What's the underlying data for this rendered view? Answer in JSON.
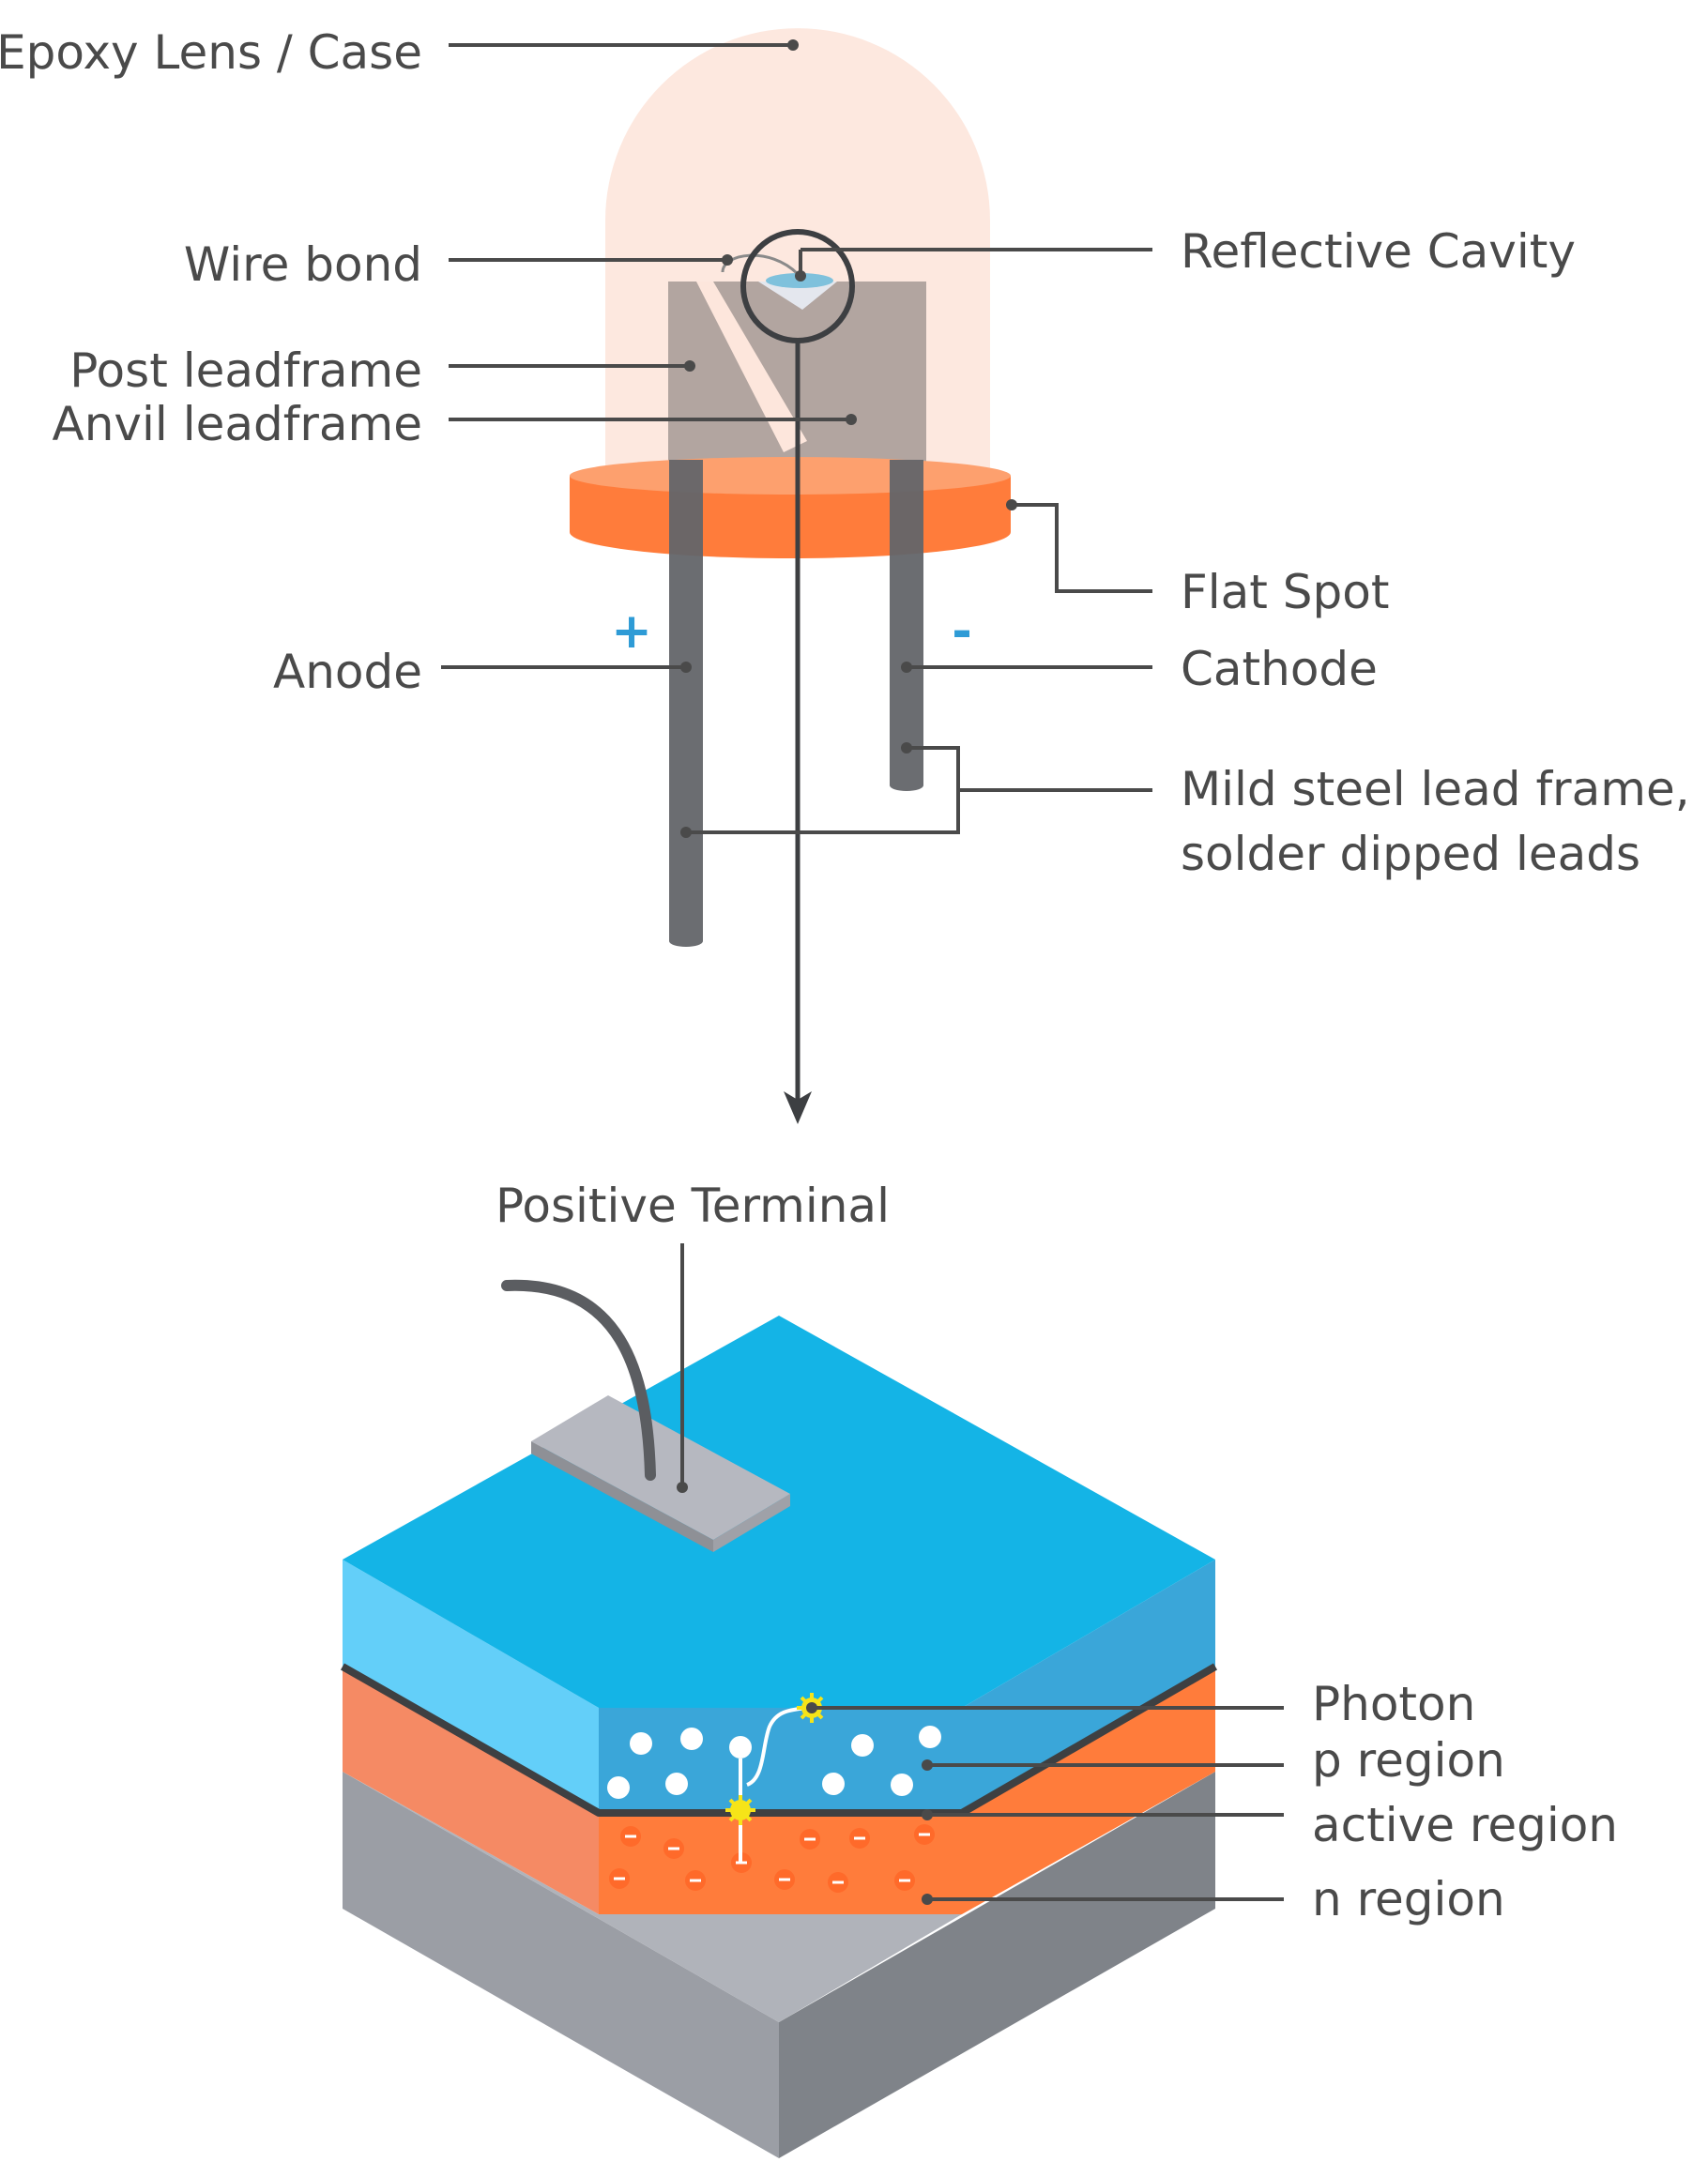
{
  "diagram": {
    "labels": {
      "epoxy_lens": "Epoxy Lens / Case",
      "wire_bond": "Wire bond",
      "post_leadframe": "Post leadframe",
      "anvil_leadframe": "Anvil leadframe",
      "anode": "Anode",
      "reflective_cavity": "Reflective Cavity",
      "flat_spot": "Flat Spot",
      "cathode": "Cathode",
      "lead_frame_line1": "Mild steel lead frame,",
      "lead_frame_line2": "solder dipped leads",
      "positive_terminal": "Positive Terminal",
      "photon": "Photon",
      "p_region": "p region",
      "active_region": "active region",
      "n_region": "n region"
    },
    "polarity": {
      "anode_sign": "+",
      "cathode_sign": "-"
    },
    "colors": {
      "lens": "#fde6dc",
      "leadframe": "#b2a5a0",
      "flange": "#ff7c3b",
      "leads": "#636569",
      "p_layer_top": "#14b4e6",
      "p_layer_side": "#63cff9",
      "p_layer_side_dark": "#3aa6d9",
      "active_region": "#3e4042",
      "n_layer": "#f58a64",
      "n_layer_dark": "#ff7c3b",
      "substrate_left": "#9b9ea5",
      "substrate_right": "#7f8389",
      "substrate_top": "#b0b3ba",
      "terminal_pad": "#b6b8c0",
      "photon": "#f6e418",
      "polarity_sign": "#2e9bd6",
      "label_text": "#4a4a4a"
    }
  }
}
